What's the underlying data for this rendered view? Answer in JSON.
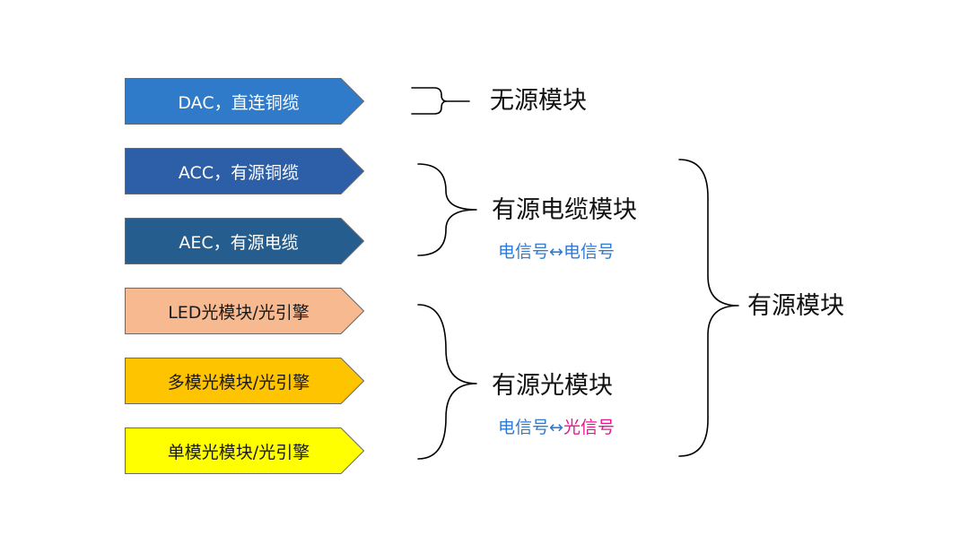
{
  "chevrons": [
    {
      "label": "DAC，直连铜缆",
      "fill": "#2f7bc9",
      "text_color": "#ffffff"
    },
    {
      "label": "ACC，有源铜缆",
      "fill": "#2c5fa8",
      "text_color": "#ffffff"
    },
    {
      "label": "AEC，有源电缆",
      "fill": "#255e8e",
      "text_color": "#ffffff"
    },
    {
      "label": "LED光模块/光引擎",
      "fill": "#f7b98f",
      "text_color": "#1a1a1a"
    },
    {
      "label": "多模光模块/光引擎",
      "fill": "#ffc400",
      "text_color": "#1a1a1a"
    },
    {
      "label": "单模光模块/光引擎",
      "fill": "#ffff00",
      "text_color": "#1a1a1a"
    }
  ],
  "groups": {
    "passive": "无源模块",
    "active_cable": "有源电缆模块",
    "active_optical": "有源光模块",
    "active_all": "有源模块"
  },
  "signals": {
    "cable": {
      "left": "电信号",
      "arrow": "↔",
      "right": "电信号"
    },
    "optical": {
      "left": "电信号",
      "arrow": "↔",
      "right": "光信号"
    }
  },
  "colors": {
    "electric_signal": "#2f7bd2",
    "optical_signal": "#e8178f"
  }
}
